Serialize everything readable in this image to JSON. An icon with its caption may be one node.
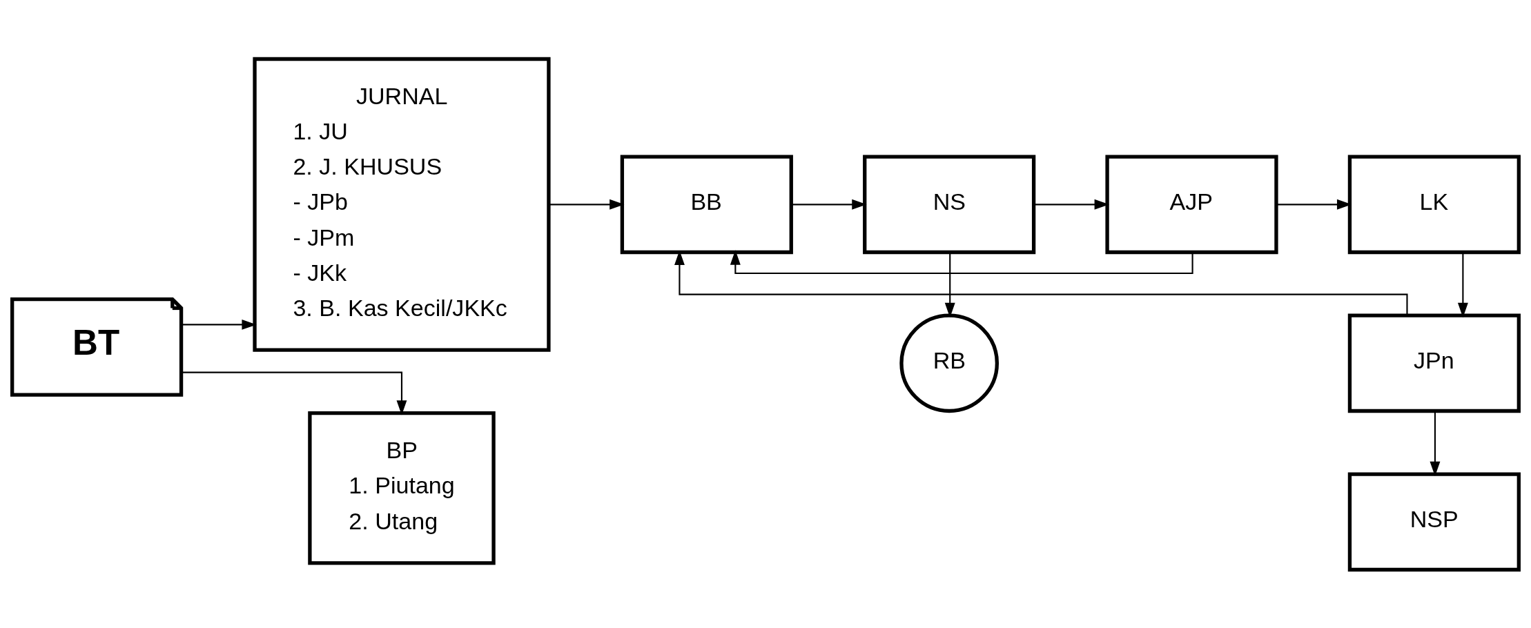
{
  "diagram": {
    "nodes": [
      {
        "text": [
          "BT"
        ]
      },
      {
        "text": [
          "JURNAL",
          "1. JU",
          "2. J. KHUSUS",
          "- JPb",
          "- JPm",
          "- JKk",
          "3. B. Kas Kecil/JKKc"
        ]
      },
      {
        "text": [
          "BB"
        ]
      },
      {
        "text": [
          "NS"
        ]
      },
      {
        "text": [
          "RB"
        ]
      },
      {
        "text": [
          "AJP"
        ]
      },
      {
        "text": [
          "LK"
        ]
      },
      {
        "text": [
          "JPn"
        ]
      },
      {
        "text": [
          "NSP"
        ]
      },
      {
        "text": [
          "BP",
          "1. Piutang",
          "2. Utang"
        ]
      }
    ],
    "edges": [
      {
        "from": 0,
        "to": 1,
        "arrow": "to"
      },
      {
        "from": 0,
        "to": 9,
        "arrow": "to"
      },
      {
        "from": 1,
        "to": 2,
        "arrow": "to"
      },
      {
        "from": 2,
        "to": 3,
        "arrow": "to"
      },
      {
        "from": 3,
        "to": 5,
        "arrow": "to"
      },
      {
        "from": 3,
        "to": 4,
        "arrow": "to"
      },
      {
        "from": 5,
        "to": 2,
        "arrow": "to"
      },
      {
        "from": 5,
        "to": 6,
        "arrow": "to"
      },
      {
        "from": 6,
        "to": 7,
        "arrow": "to"
      },
      {
        "from": 7,
        "to": 8,
        "arrow": "to"
      },
      {
        "from": 7,
        "to": 2,
        "arrow": "to"
      }
    ]
  }
}
